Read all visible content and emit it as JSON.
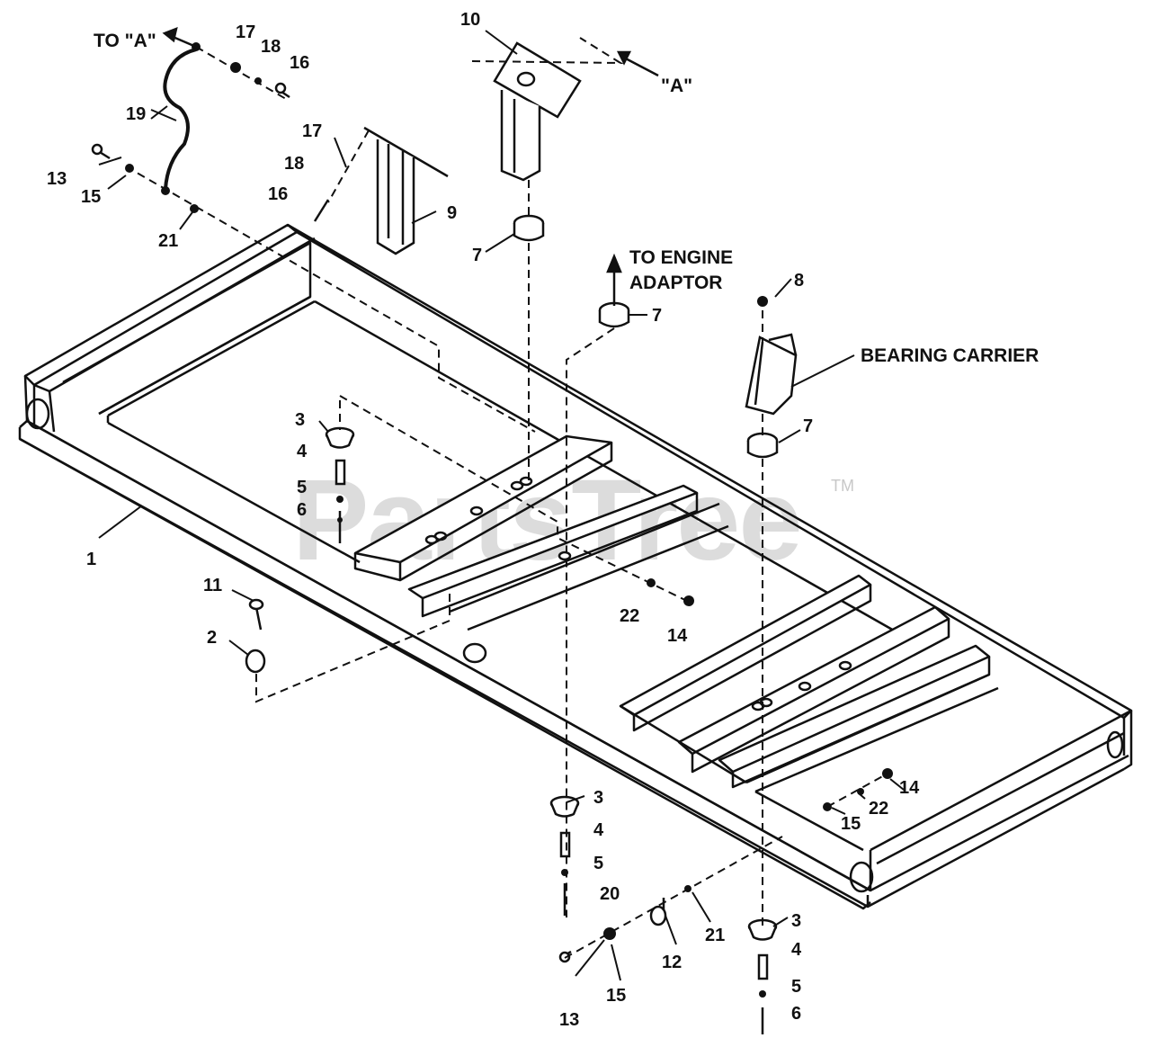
{
  "watermark": {
    "text": "PartsTree",
    "trademark": "TM"
  },
  "annotations": {
    "to_a": "TO \"A\"",
    "a_marker": "\"A\"",
    "to_engine_line1": "TO ENGINE",
    "to_engine_line2": "ADAPTOR",
    "bearing_carrier": "BEARING CARRIER"
  },
  "callouts": {
    "c1": "1",
    "c2": "2",
    "c3a": "3",
    "c3b": "3",
    "c3c": "3",
    "c4a": "4",
    "c4b": "4",
    "c4c": "4",
    "c5a": "5",
    "c5b": "5",
    "c5c": "5",
    "c6a": "6",
    "c6b": "6",
    "c7a": "7",
    "c7b": "7",
    "c7c": "7",
    "c8": "8",
    "c9": "9",
    "c10": "10",
    "c11": "11",
    "c12": "12",
    "c13a": "13",
    "c13b": "13",
    "c14a": "14",
    "c14b": "14",
    "c15a": "15",
    "c15b": "15",
    "c15c": "15",
    "c16a": "16",
    "c16b": "16",
    "c17a": "17",
    "c17b": "17",
    "c18a": "18",
    "c18b": "18",
    "c19": "19",
    "c20": "20",
    "c21a": "21",
    "c21b": "21",
    "c22a": "22",
    "c22b": "22"
  }
}
